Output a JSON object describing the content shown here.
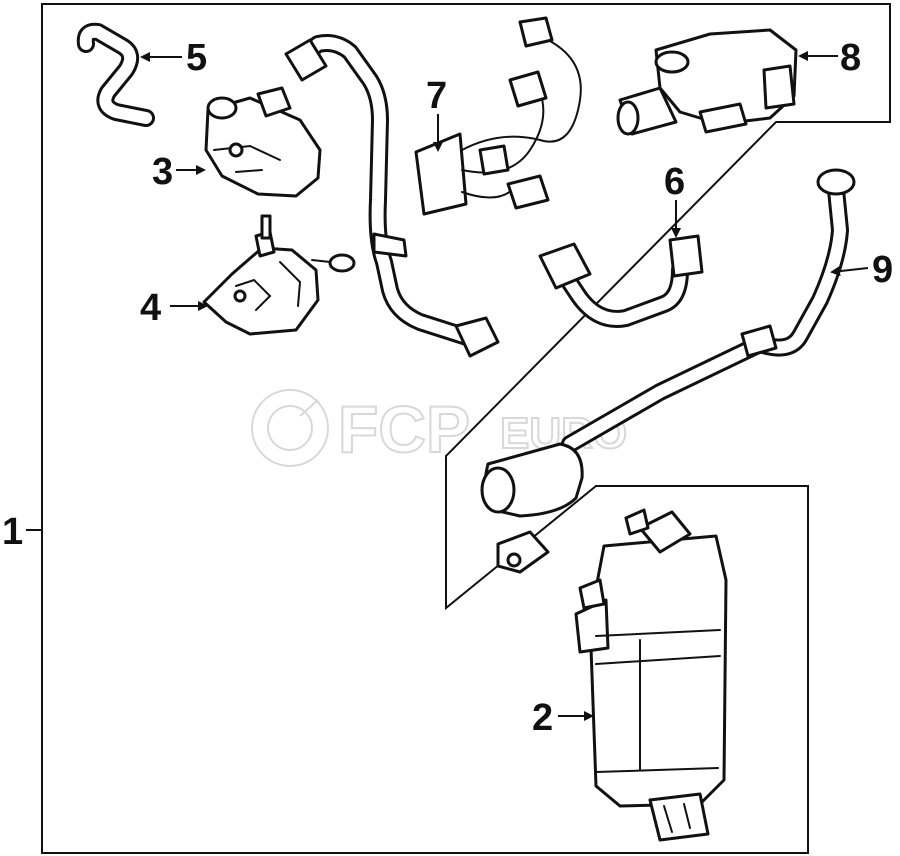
{
  "watermark": {
    "brand_main": "FCP",
    "brand_suffix": "EURO",
    "logo_icon": "fcp-euro-logo-icon"
  },
  "callouts": {
    "c1": "1",
    "c2": "2",
    "c3": "3",
    "c4": "4",
    "c5": "5",
    "c6": "6",
    "c7": "7",
    "c8": "8",
    "c9": "9"
  },
  "colors": {
    "ink": "#111111",
    "paper": "#ffffff",
    "watermark": "#d4d4d4"
  },
  "icons": [
    "arrow-icon",
    "fcp-euro-logo-icon"
  ]
}
